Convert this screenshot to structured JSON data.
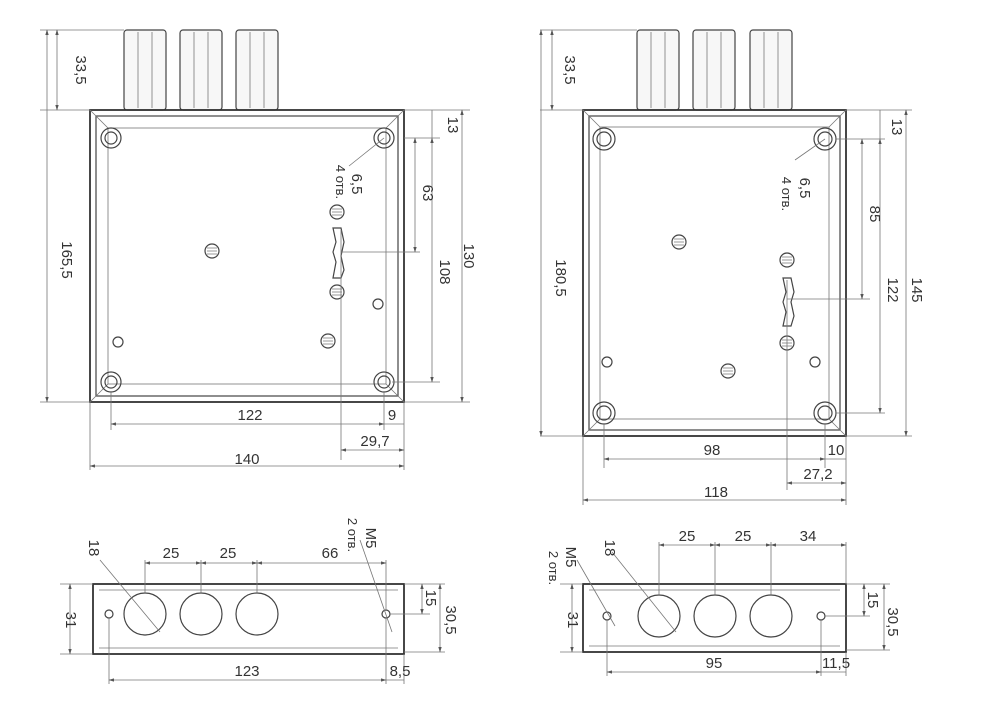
{
  "front_left": {
    "dims": {
      "knob_height": "33,5",
      "height_total": "165,5",
      "top_hole_offset": "13",
      "hole_spacing_upper": "63",
      "hole_spacing_outer": "108",
      "height_inner": "130",
      "hole_dia": "6,5",
      "holes_count": "4 отв.",
      "width_holes": "122",
      "offset_9": "9",
      "offset_29_7": "29,7",
      "width_total": "140"
    }
  },
  "front_right": {
    "dims": {
      "knob_height": "33,5",
      "height_total": "180,5",
      "top_hole_offset": "13",
      "hole_spacing_upper": "85",
      "hole_spacing_outer": "122",
      "height_inner": "145",
      "hole_dia": "6,5",
      "holes_count": "4 отв.",
      "width_holes": "98",
      "offset_10": "10",
      "offset_27_2": "27,2",
      "width_total": "118"
    }
  },
  "top_left": {
    "dims": {
      "knob_dia": "18",
      "pitch_1": "25",
      "pitch_2": "25",
      "offset_66": "66",
      "thread": "M5",
      "thread_count": "2 отв.",
      "depth": "31",
      "half_depth": "15",
      "depth_inner": "30,5",
      "hole_span": "123",
      "edge_offset": "8,5"
    }
  },
  "top_right": {
    "dims": {
      "thread": "M5",
      "thread_count": "2 отв.",
      "knob_dia": "18",
      "pitch_1": "25",
      "pitch_2": "25",
      "offset_34": "34",
      "depth": "31",
      "half_depth": "15",
      "depth_inner": "30,5",
      "hole_span": "95",
      "edge_offset": "11,5"
    }
  }
}
